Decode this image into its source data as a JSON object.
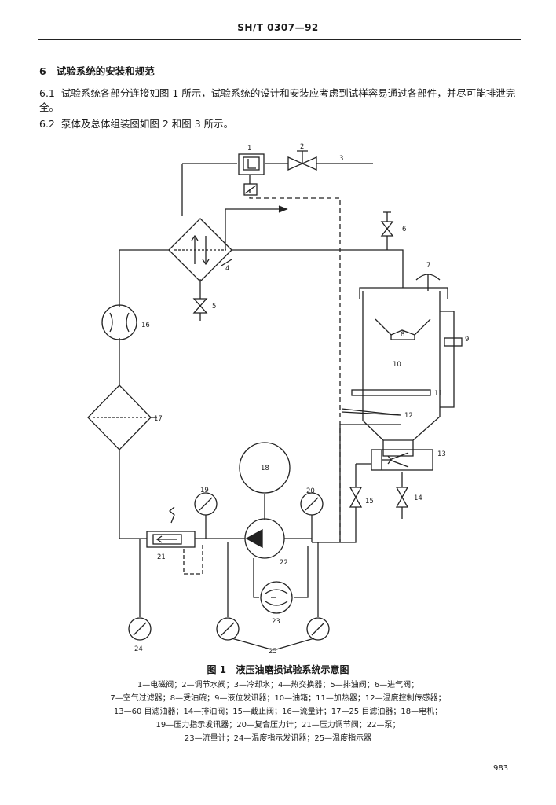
{
  "header": "SH/T 0307—92",
  "section": {
    "number": "6",
    "title": "试验系统的安装和规范"
  },
  "paragraphs": [
    {
      "number": "6.1",
      "text": "试验系统各部分连接如图 1 所示，试验系统的设计和安装应考虑到试样容易通过各部件，并尽可能排泄完全。"
    },
    {
      "number": "6.2",
      "text": "泵体及总体组装图如图 2 和图 3 所示。"
    }
  ],
  "figure": {
    "caption_number": "图 1",
    "caption_title": "液压油磨损试验系统示意图",
    "labels": [
      "1",
      "2",
      "3",
      "4",
      "5",
      "6",
      "7",
      "8",
      "9",
      "10",
      "11",
      "12",
      "13",
      "14",
      "15",
      "16",
      "17",
      "18",
      "19",
      "20",
      "21",
      "22",
      "23",
      "24",
      "25"
    ],
    "legend_lines": [
      "1—电磁阀；2—调节水阀；3—冷却水；4—热交换器；5—排油阀；6—进气阀；",
      "7—空气过滤器；8—受油碗；9—液位发讯器；10—油箱；11—加热器；12—温度控制传感器；",
      "13—60 目滤油器；14—排油阀；15—截止阀；16—流量计；17—25 目滤油器；18—电机；",
      "19—压力指示发讯器；20—复合压力计；21—压力调节阀；22—泵；",
      "23—流量计；24—温度指示发讯器；25—温度指示器"
    ]
  },
  "page_number": "983"
}
